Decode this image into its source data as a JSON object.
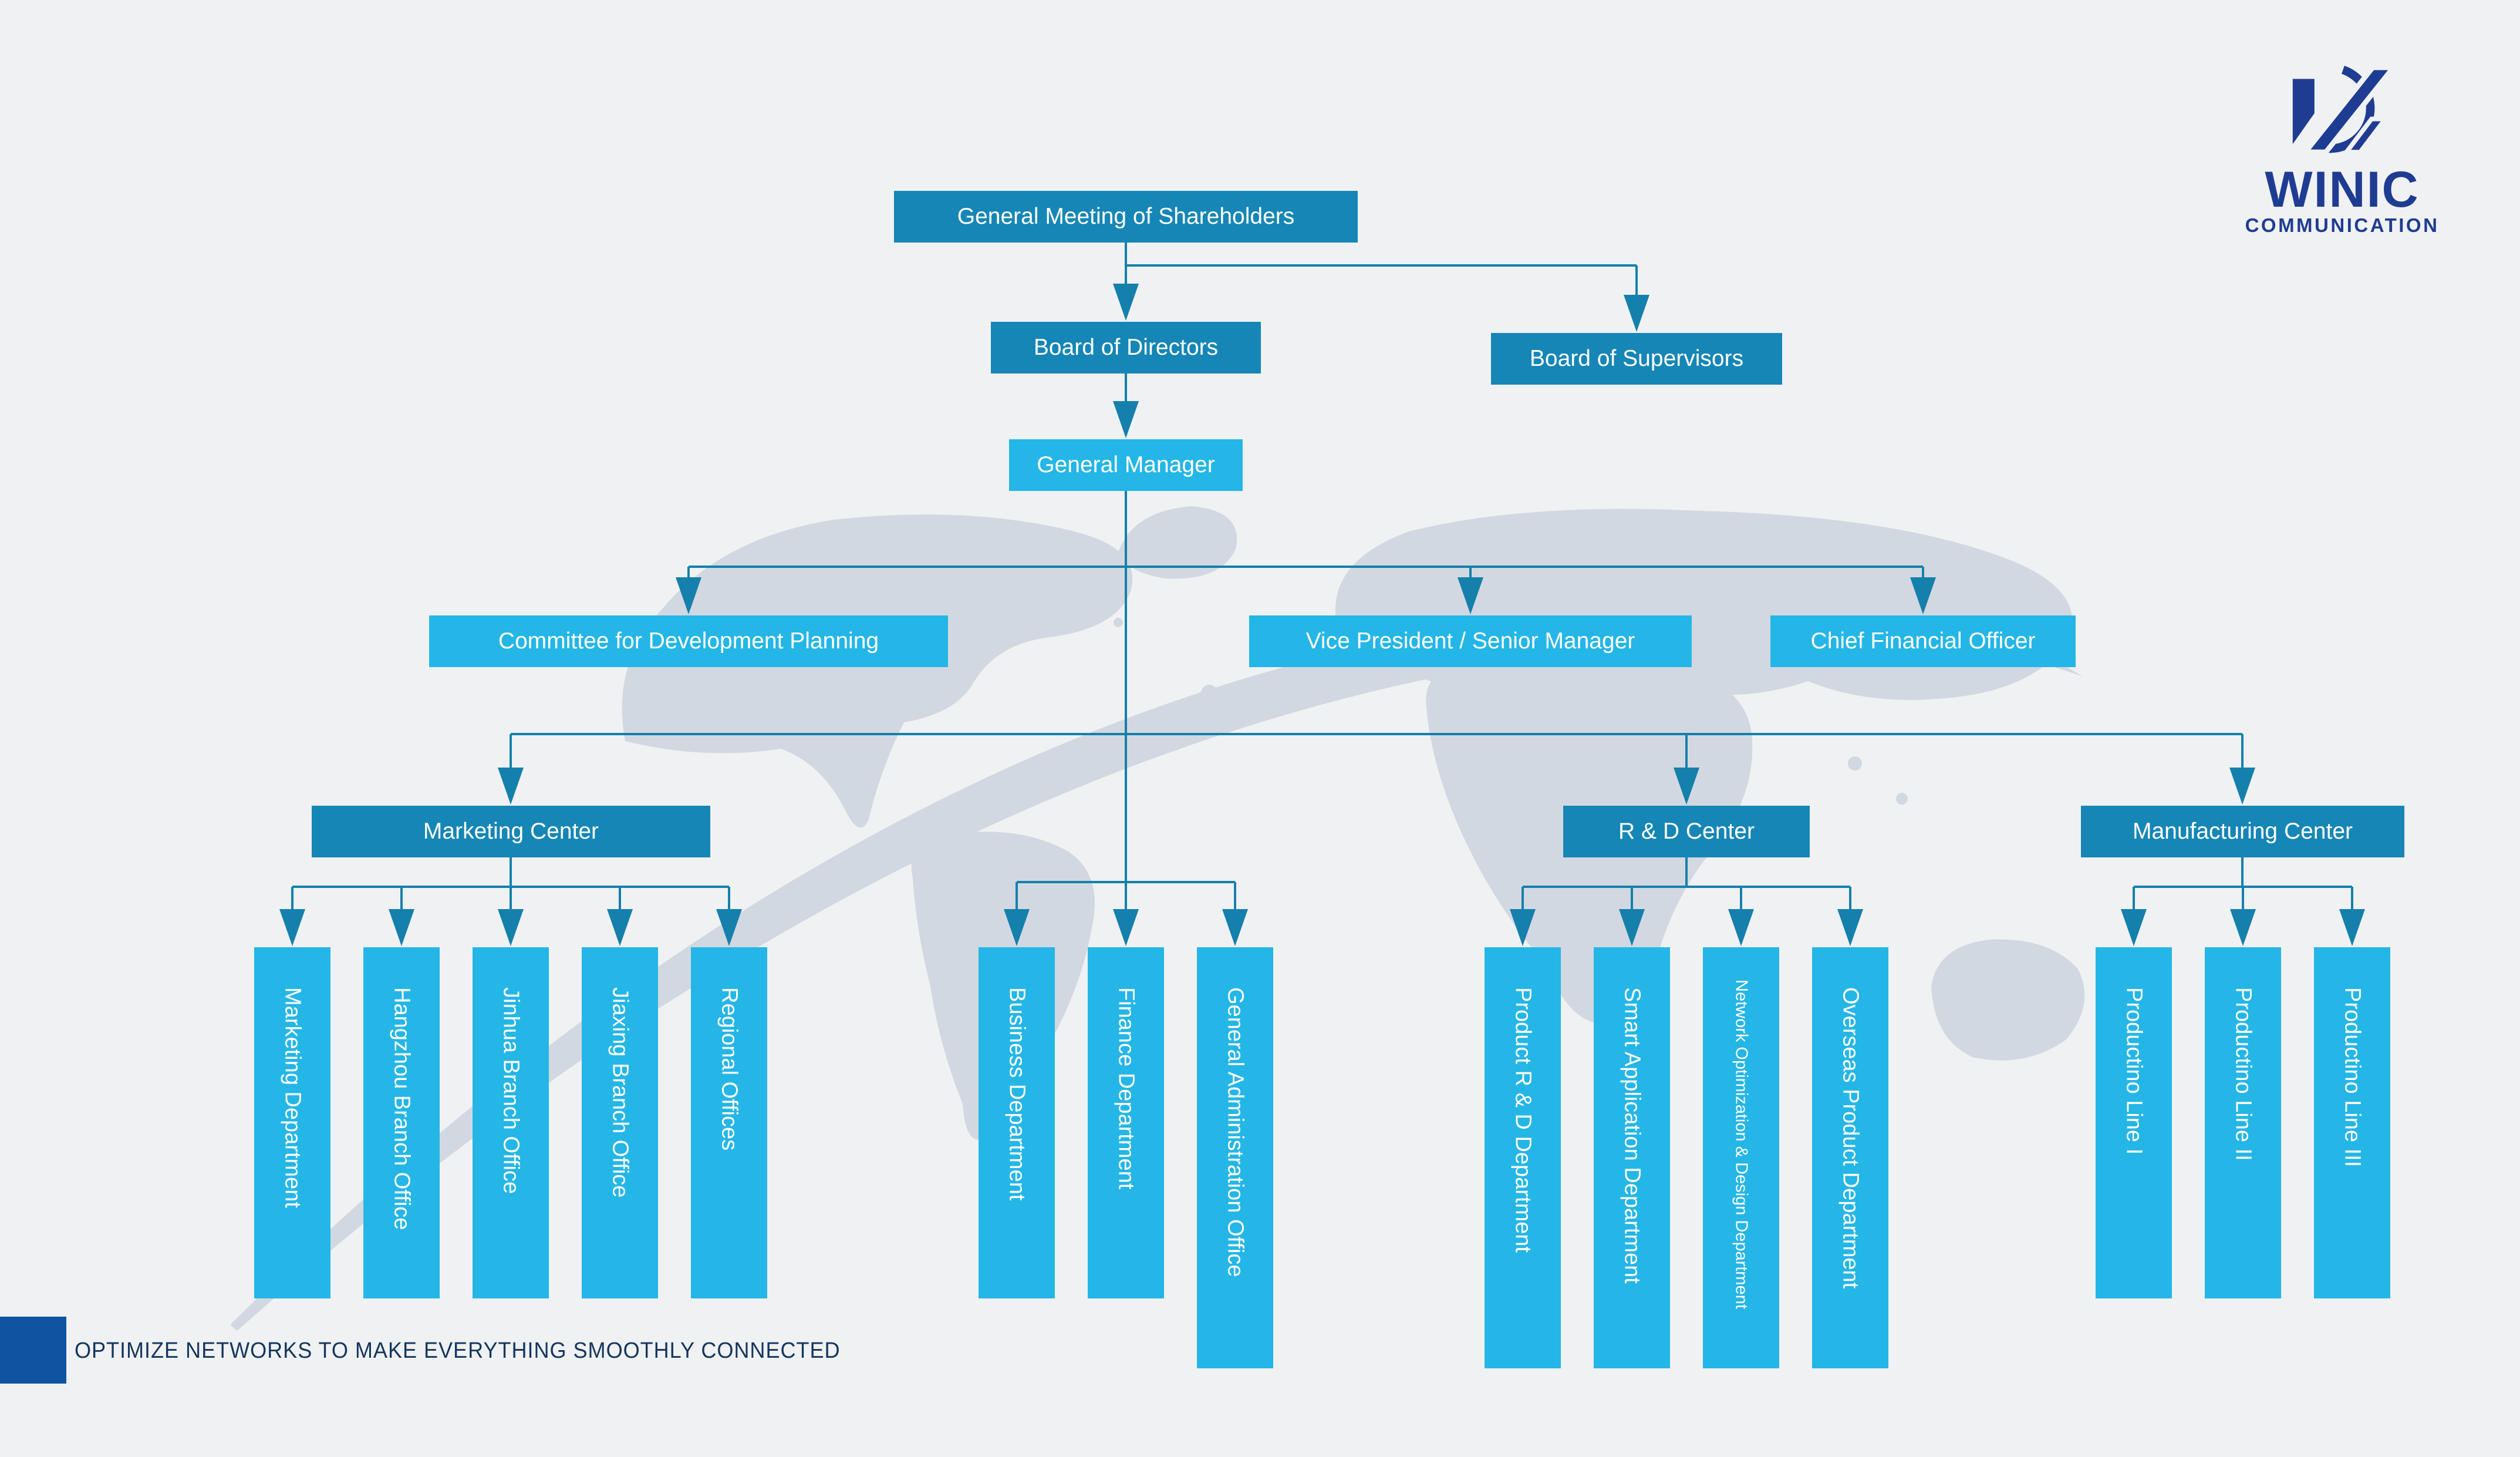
{
  "colors": {
    "background": "#f0f1f2",
    "box_dark": "#1586b6",
    "box_light": "#24b6e7",
    "connector": "#1480ab",
    "map_watermark": "#d2d8e1",
    "logo_navy": "#1e3c92",
    "tagline_accent": "#0e54a0",
    "tagline_text": "#14365e"
  },
  "logo": {
    "brand": "WINIC",
    "sub": "COMMUNICATION",
    "icon": "winic-globe-swoosh"
  },
  "tagline": {
    "text": "OPTIMIZE NETWORKS TO MAKE EVERYTHING SMOOTHLY CONNECTED"
  },
  "org": {
    "level1": "General Meeting of Shareholders",
    "level2": [
      "Board of Directors",
      "Board of Supervisors"
    ],
    "level3": "General Manager",
    "level4": [
      "Committee for Development Planning",
      "Vice President / Senior Manager",
      "Chief Financial Officer"
    ],
    "centers": [
      "Marketing Center",
      "R & D Center",
      "Manufacturing Center"
    ],
    "marketing_departments": [
      "Marketing Department",
      "Hangzhou Branch Office",
      "Jinhua Branch Office",
      "Jiaxing Branch Office",
      "Regional Offices"
    ],
    "admin_departments": [
      "Business Department",
      "Finance Department",
      "General Administration Office"
    ],
    "rd_departments": [
      "Product R & D Department",
      "Smart Application Department",
      "Network Optimization & Design Department",
      "Overseas Product Department"
    ],
    "manufacturing_departments": [
      "Productino Line I",
      "Productino Line II",
      "Productino Line III"
    ]
  }
}
